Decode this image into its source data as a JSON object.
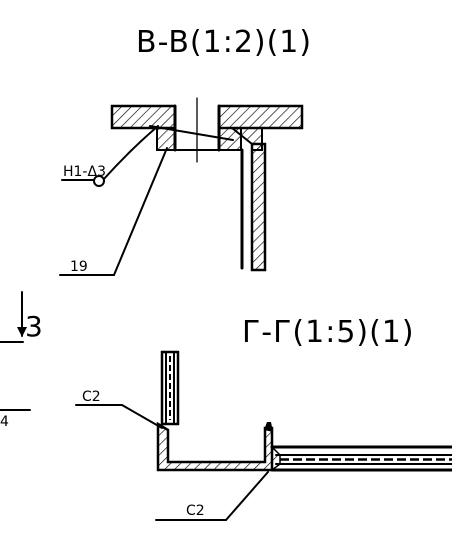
{
  "section_bb": {
    "title": "B-B(1:2)(1)",
    "weld_mark": "H1-Δ3",
    "part_number": "19"
  },
  "section_gg": {
    "title": "Г-Г(1:5)(1)",
    "weld_label_upper": "C2",
    "weld_label_lower": "C2"
  },
  "left_edge": {
    "view_marker": "3",
    "cut_label": "4"
  }
}
